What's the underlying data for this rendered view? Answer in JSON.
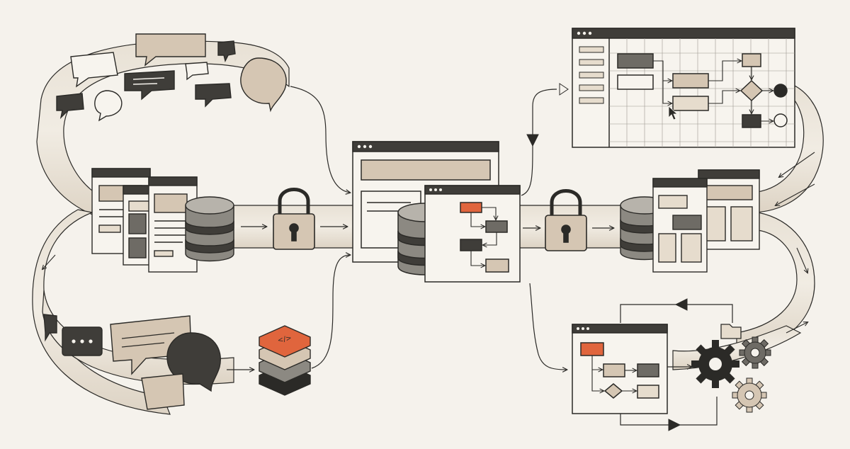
{
  "diagram": {
    "palette": {
      "background": "#f5f2ec",
      "ink": "#2b2a27",
      "dark": "#3f3d39",
      "mid": "#6e6b65",
      "tan": "#d5c6b3",
      "light_tan": "#e6dccd",
      "paper": "#f7f4ee",
      "accent": "#e0653d"
    },
    "icons": {
      "chat_cluster_top": "speech-bubbles",
      "chat_cluster_bottom": "speech-bubbles",
      "left_documents": "document-windows",
      "left_database": "database-cylinder",
      "lock_left": "padlock",
      "center_window": "browser-window",
      "center_database": "database-cylinder",
      "center_flowchart": "flowchart-window",
      "lock_right": "padlock",
      "right_database": "database-cylinder",
      "right_documents": "document-windows",
      "top_right_grid": "grid-flowchart-window",
      "bottom_right_flow": "flowchart-window",
      "gears": "gear",
      "layer_stack": "layer-stack",
      "code_glyph": "code-tag",
      "cursor": "mouse-pointer",
      "folder": "folder"
    },
    "code_glyph_text": "</>"
  }
}
